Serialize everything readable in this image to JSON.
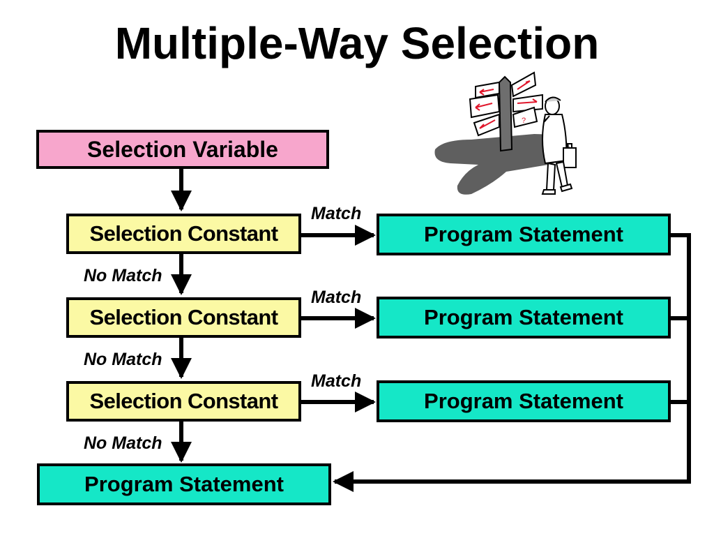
{
  "title": "Multiple-Way Selection",
  "diagram": {
    "selection_variable": "Selection Variable",
    "constants": [
      "Selection Constant",
      "Selection Constant",
      "Selection Constant"
    ],
    "statements": [
      "Program Statement",
      "Program Statement",
      "Program Statement"
    ],
    "default_statement": "Program Statement",
    "match_labels": [
      "Match",
      "Match",
      "Match"
    ],
    "no_match_labels": [
      "No Match",
      "No Match",
      "No Match"
    ]
  },
  "clipart": {
    "icon": "signpost-with-confused-man-icon",
    "sign_glyph": "?"
  },
  "colors": {
    "variable_fill": "#f7a6cc",
    "constant_fill": "#fbf9a4",
    "statement_fill": "#15e7c7",
    "line": "#000000"
  }
}
